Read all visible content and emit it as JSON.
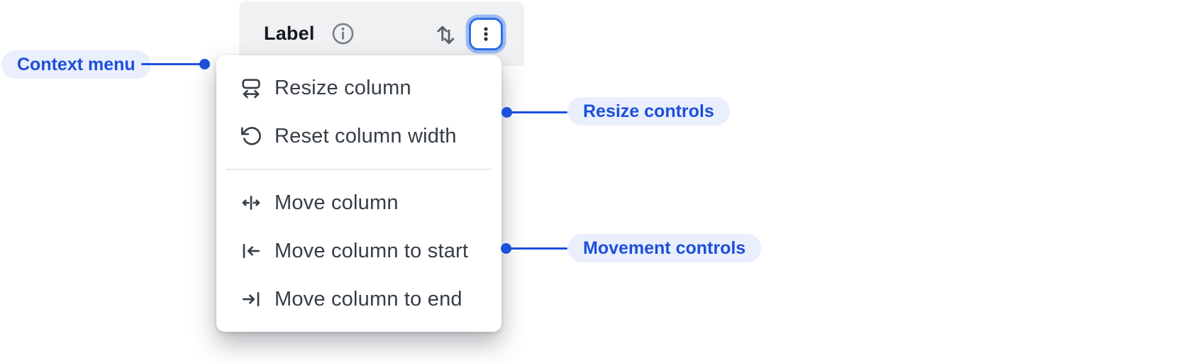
{
  "header": {
    "title": "Label",
    "icons": {
      "info": "info-icon",
      "sort": "sort-arrows-icon",
      "menu": "kebab-menu-icon"
    }
  },
  "menu": {
    "items": [
      {
        "label": "Resize column",
        "icon": "resize-column-icon"
      },
      {
        "label": "Reset column width",
        "icon": "reset-column-width-icon"
      },
      {
        "label": "Move column",
        "icon": "move-column-icon"
      },
      {
        "label": "Move column to start",
        "icon": "move-column-to-start-icon"
      },
      {
        "label": "Move column to end",
        "icon": "move-column-to-end-icon"
      }
    ],
    "divider_after_index": 1
  },
  "annotations": {
    "context_menu": "Context menu",
    "resize_controls": "Resize controls",
    "movement_controls": "Movement controls"
  },
  "colors": {
    "annotation_blue": "#1d4fdb",
    "annotation_pill_bg": "#e9effd",
    "header_bg": "#f0f1f2",
    "menu_bg": "#ffffff",
    "menu_text": "#363d47",
    "focus_ring": "#2f6fe5",
    "focus_ring_glow": "#9dbbf3",
    "divider": "#e8e9ea",
    "icon_gray": "#7b8087"
  }
}
